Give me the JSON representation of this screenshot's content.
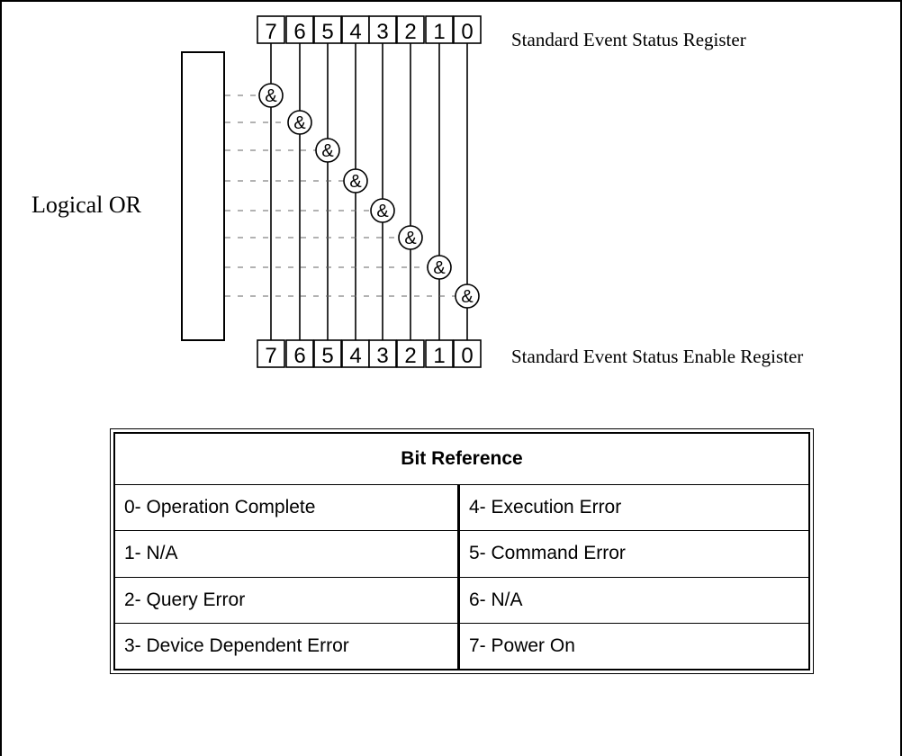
{
  "diagram": {
    "top_register_bits": [
      "7",
      "6",
      "5",
      "4",
      "3",
      "2",
      "1",
      "0"
    ],
    "bottom_register_bits": [
      "7",
      "6",
      "5",
      "4",
      "3",
      "2",
      "1",
      "0"
    ],
    "top_register_label": "Standard Event Status Register",
    "bottom_register_label": "Standard Event Status Enable Register",
    "or_block_label": "Logical OR",
    "and_gate_symbol": "&"
  },
  "bit_reference": {
    "title": "Bit Reference",
    "rows": [
      [
        "0- Operation Complete",
        "4- Execution Error"
      ],
      [
        "1- N/A",
        "5- Command Error"
      ],
      [
        "2- Query Error",
        "6- N/A"
      ],
      [
        "3- Device Dependent Error",
        "7- Power On"
      ]
    ]
  }
}
